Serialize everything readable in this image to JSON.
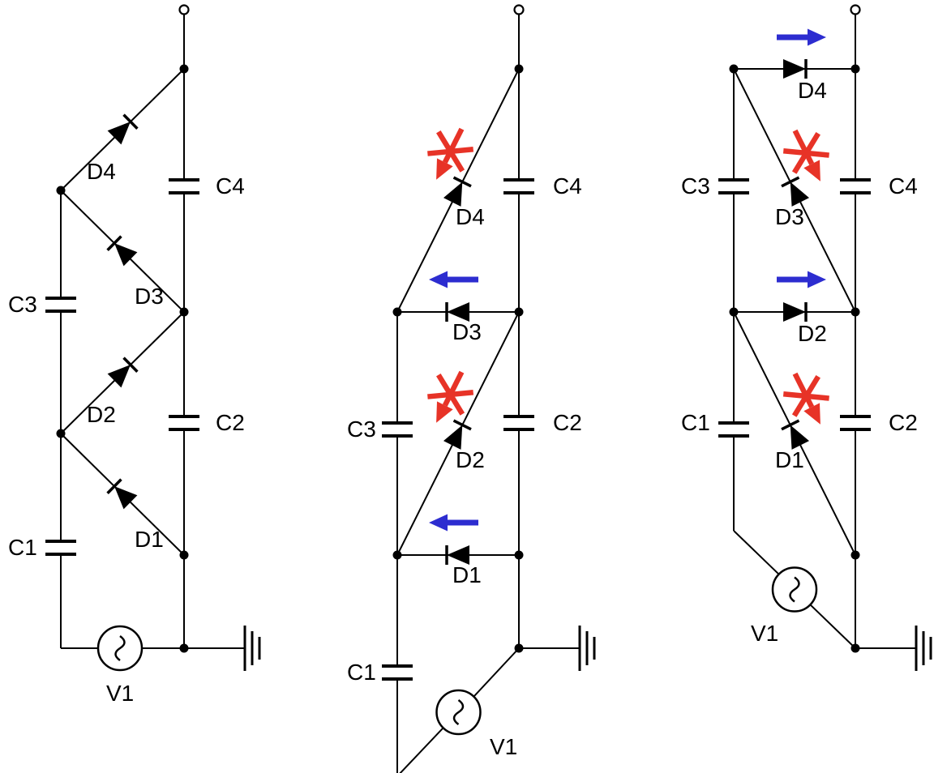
{
  "figure": {
    "type": "circuit-diagram",
    "subject": "Cockcroft-Walton voltage multiplier shown in three states",
    "panels": [
      {
        "name": "full-circuit",
        "components": {
          "C1": "C1",
          "C2": "C2",
          "C3": "C3",
          "C4": "C4",
          "D1": "D1",
          "D2": "D2",
          "D3": "D3",
          "D4": "D4",
          "V1": "V1"
        }
      },
      {
        "name": "half-cycle-D1-D3-conducting",
        "components": {
          "C1": "C1",
          "C2": "C2",
          "C3": "C3",
          "C4": "C4",
          "D1": "D1",
          "D2": "D2",
          "D3": "D3",
          "D4": "D4",
          "V1": "V1"
        },
        "conducting_diodes": [
          "D1",
          "D3"
        ],
        "blocked_diodes": [
          "D2",
          "D4"
        ],
        "current_arrow_direction": "left"
      },
      {
        "name": "half-cycle-D2-D4-conducting",
        "components": {
          "C1": "C1",
          "C2": "C2",
          "C3": "C3",
          "C4": "C4",
          "D1": "D1",
          "D2": "D2",
          "D3": "D3",
          "D4": "D4",
          "V1": "V1"
        },
        "conducting_diodes": [
          "D2",
          "D4"
        ],
        "blocked_diodes": [
          "D1",
          "D3"
        ],
        "current_arrow_direction": "right"
      }
    ],
    "colors": {
      "wire": "#000000",
      "conducting_arrow": "#2d2dd0",
      "blocked_mark": "#e73327",
      "background": "#ffffff"
    }
  }
}
